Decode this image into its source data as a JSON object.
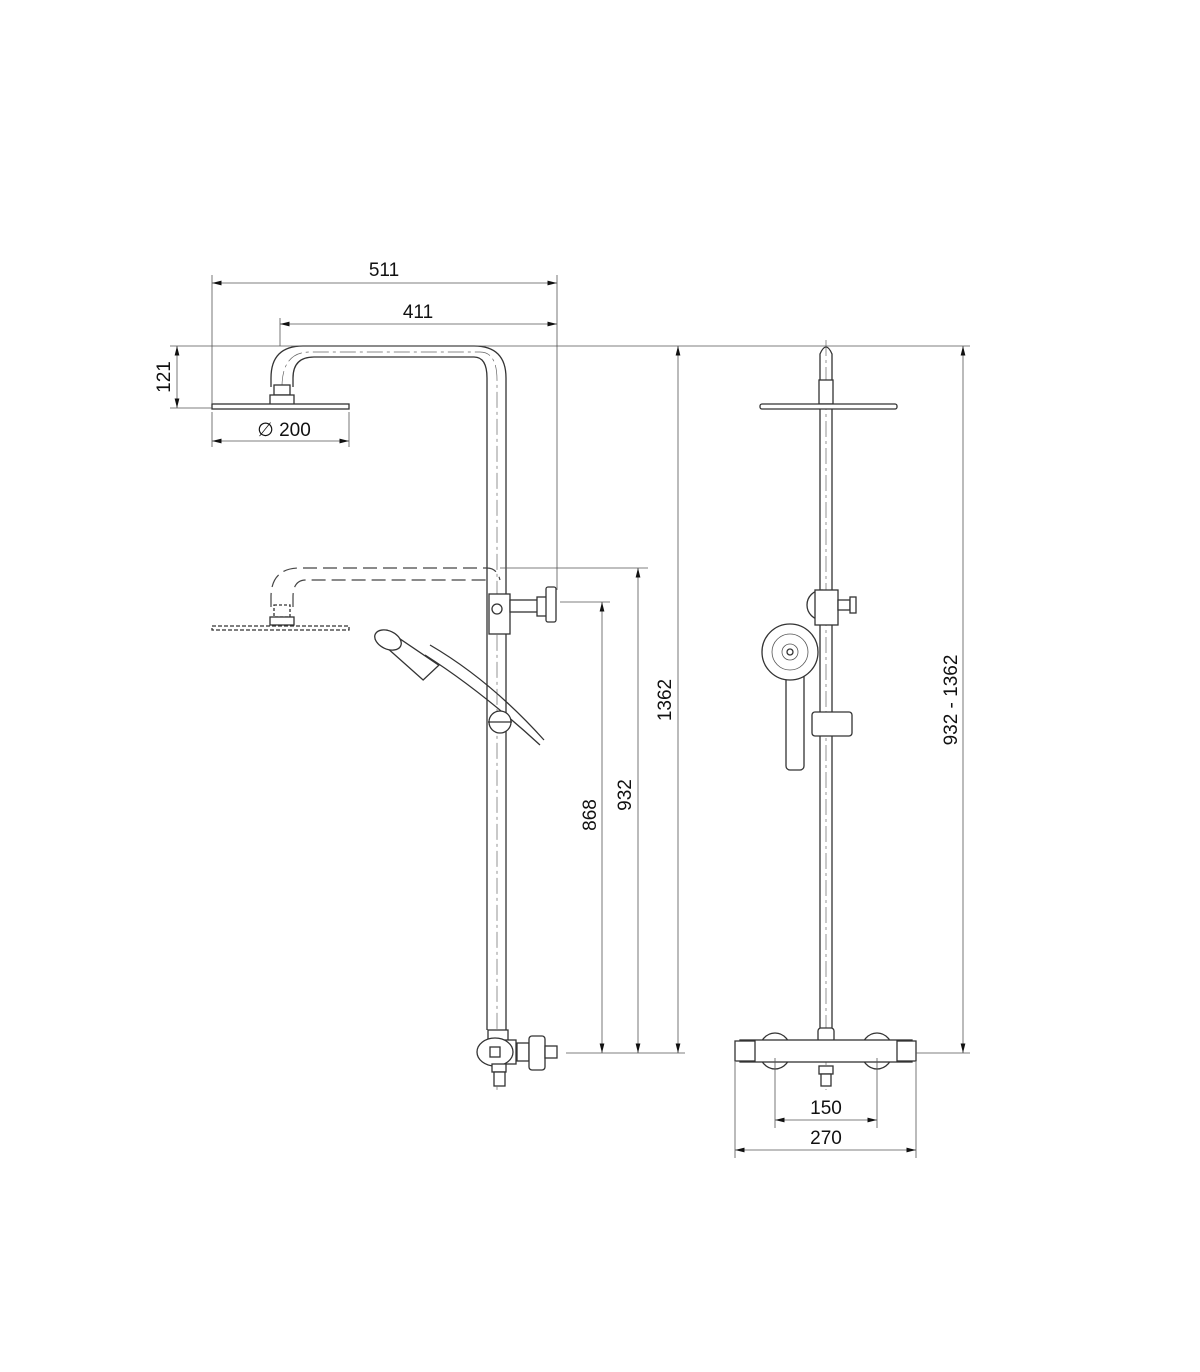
{
  "dimensions": {
    "total_reach": "511",
    "arm_reach": "411",
    "head_height": "121",
    "head_diameter": "∅ 200",
    "max_height": "1362",
    "min_height": "932",
    "slider_height": "868",
    "height_range": "932 - 1362",
    "inlet_spacing": "150",
    "valve_width": "270"
  },
  "colors": {
    "line": "#333333",
    "background": "#ffffff"
  }
}
